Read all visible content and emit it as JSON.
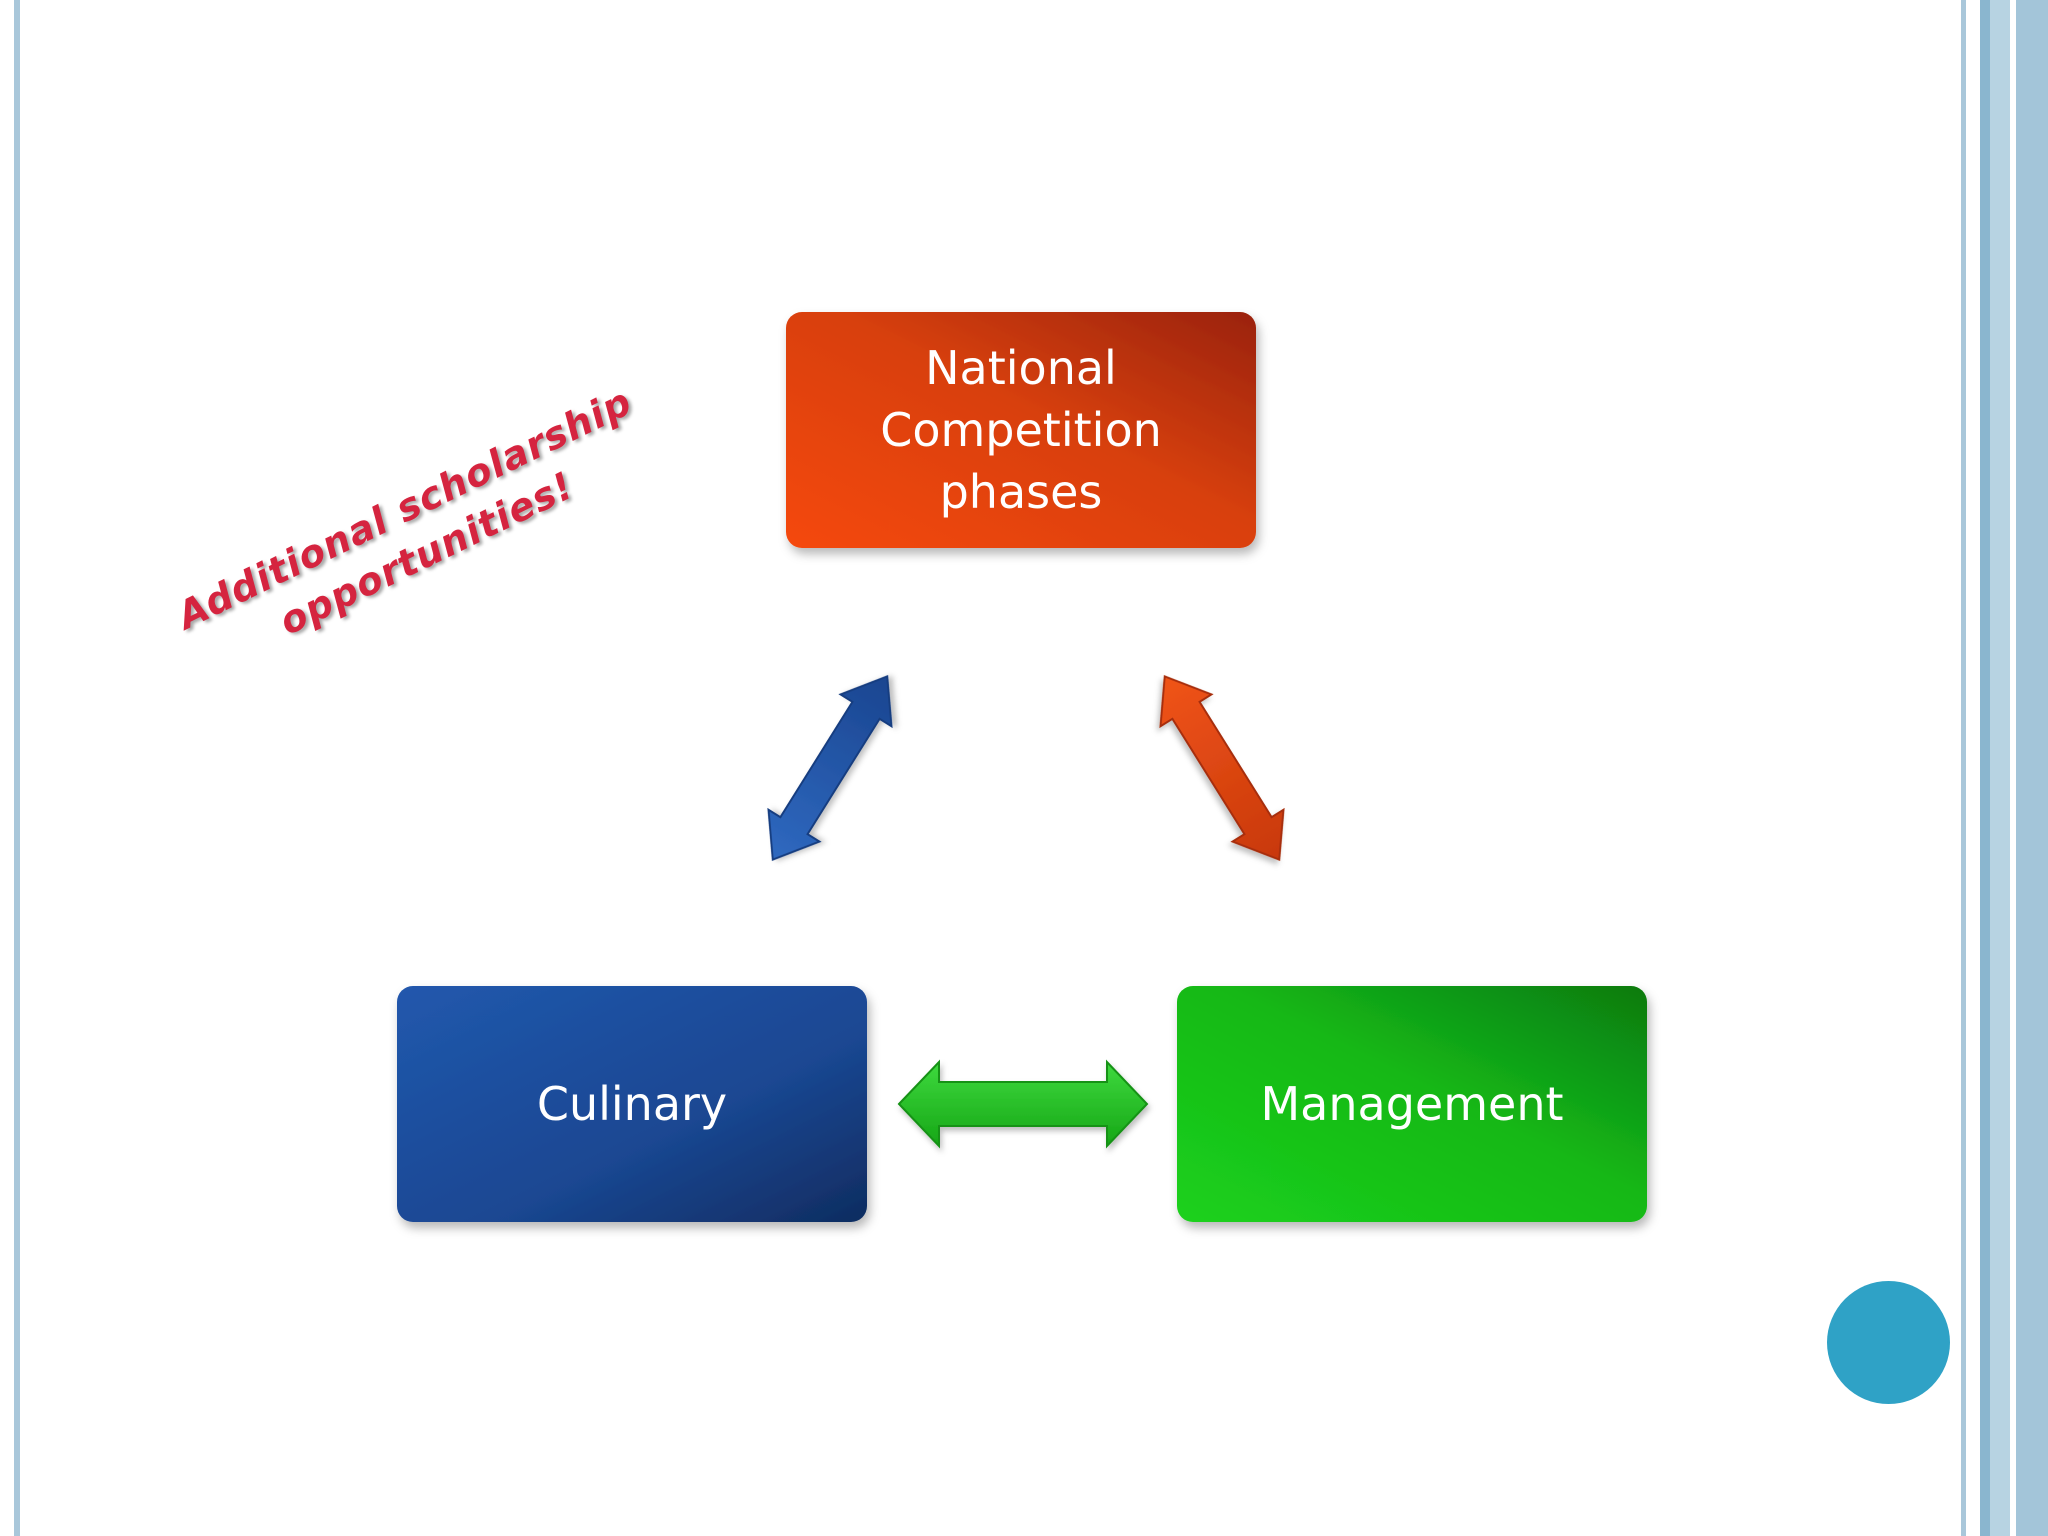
{
  "slide": {
    "accent_color": "#2fa2c6",
    "border_color": "#a9c7da"
  },
  "diagram": {
    "nodes": [
      {
        "id": "national",
        "lines": [
          "National",
          "Competition",
          "phases"
        ],
        "color": "#e2410f"
      },
      {
        "id": "culinary",
        "lines": [
          "Culinary"
        ],
        "color": "#1f4e9a"
      },
      {
        "id": "management",
        "lines": [
          "Management"
        ],
        "color": "#17b51b"
      }
    ],
    "arrows": [
      {
        "from": "culinary",
        "to": "national",
        "type": "double-headed",
        "color": "#2458a6"
      },
      {
        "from": "national",
        "to": "management",
        "type": "double-headed",
        "color": "#e0440f"
      },
      {
        "from": "culinary",
        "to": "management",
        "type": "double-headed",
        "color": "#22b822"
      }
    ]
  },
  "callout": {
    "line1": "Additional scholarship",
    "line2": "opportunities!",
    "color": "#d5243f"
  }
}
